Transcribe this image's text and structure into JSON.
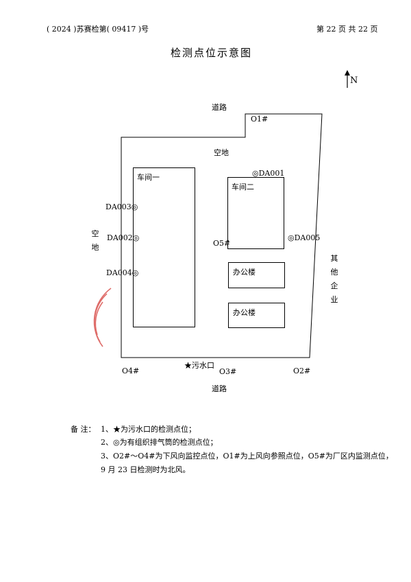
{
  "header": {
    "report_no": "( 2024 )苏赛检第( 09417 )号",
    "page_info": "第 22 页  共 22 页"
  },
  "title": "检测点位示意图",
  "compass": {
    "label": "N"
  },
  "map": {
    "road_north": "道路",
    "road_south": "道路",
    "open_space_inner": "空地",
    "open_space_west": "空地",
    "other_company": "其他企业",
    "workshop_1": "车间一",
    "workshop_2": "车间二",
    "office_1": "办公楼",
    "office_2": "办公楼",
    "points": {
      "p1": "O1#",
      "p2": "O2#",
      "p3": "O3#",
      "p4": "O4#",
      "p5": "O5#",
      "da001": "◎DA001",
      "da002": "DA002◎",
      "da003": "DA003◎",
      "da004": "DA004◎",
      "da005": "◎DA005",
      "outfall": "★污水口"
    }
  },
  "notes": {
    "label": "备  注：",
    "line1": "1、★为污水口的检测点位；",
    "line2": "2、◎为有组织排气筒的检测点位；",
    "line3": "3、O2#～O4#为下风向监控点位，O1#为上风向参照点位，O5#为厂区内监测点位，",
    "line4": "9 月 23 日检测时为北风。"
  },
  "colors": {
    "stamp": "#d9534f",
    "line": "#000000"
  }
}
